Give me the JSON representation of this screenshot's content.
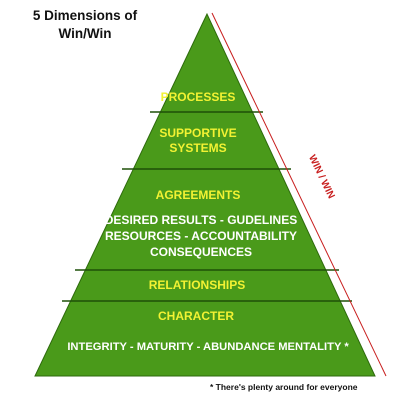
{
  "title": {
    "line1": "5 Dimensions of",
    "line2": "Win/Win"
  },
  "pyramid": {
    "levels": {
      "processes": "PROCESSES",
      "supportive_systems": [
        "SUPPORTIVE",
        "SYSTEMS"
      ],
      "agreements": "AGREEMENTS",
      "agreement_details": [
        "DESIRED RESULTS - GUDELINES",
        "RESOURCES - ACCOUNTABILITY",
        "CONSEQUENCES"
      ],
      "relationships": "RELATIONSHIPS",
      "character": "CHARACTER",
      "character_details": "INTEGRITY - MATURITY - ABUNDANCE MENTALITY *"
    },
    "side_label": "WIN / WIN"
  },
  "footnote": "* There's plenty around for everyone",
  "colors": {
    "pyramid_fill": "#4a9a1a",
    "pyramid_edge": "#2d6a0c",
    "divider": "#1e5008",
    "level_title": "#f2f233",
    "level_text": "#ffffff",
    "side_line": "#c81e1e",
    "side_label": "#c81e1e"
  }
}
